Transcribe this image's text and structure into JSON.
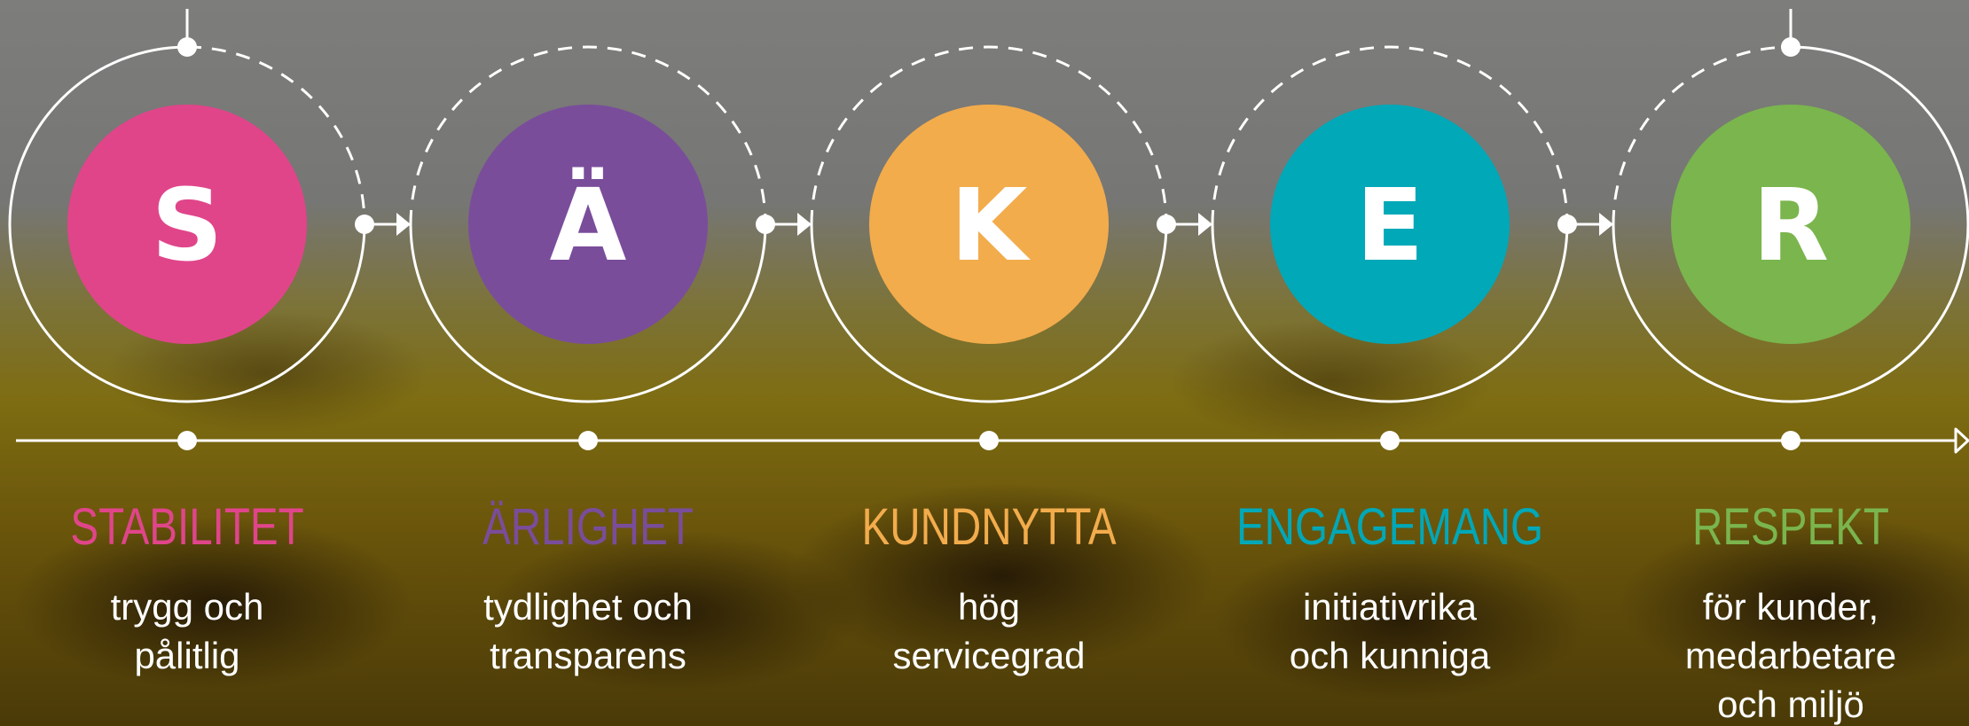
{
  "values": [
    {
      "letter": "S",
      "title": "STABILITET",
      "lines": [
        "trygg och",
        "pålitlig"
      ],
      "color": "#e0458a"
    },
    {
      "letter": "Ä",
      "title": "ÄRLIGHET",
      "lines": [
        "tydlighet och",
        "transparens"
      ],
      "color": "#7a4d9b"
    },
    {
      "letter": "K",
      "title": "KUNDNYTTA",
      "lines": [
        "hög",
        "servicegrad"
      ],
      "color": "#f2ac4c"
    },
    {
      "letter": "E",
      "title": "ENGAGEMANG",
      "lines": [
        "initiativrika",
        "och kunniga"
      ],
      "color": "#00a8b8"
    },
    {
      "letter": "R",
      "title": "RESPEKT",
      "lines": [
        "för kunder,",
        "medarbetare",
        "och miljö"
      ],
      "color": "#7ab54d"
    }
  ],
  "line_color": "#ffffff"
}
